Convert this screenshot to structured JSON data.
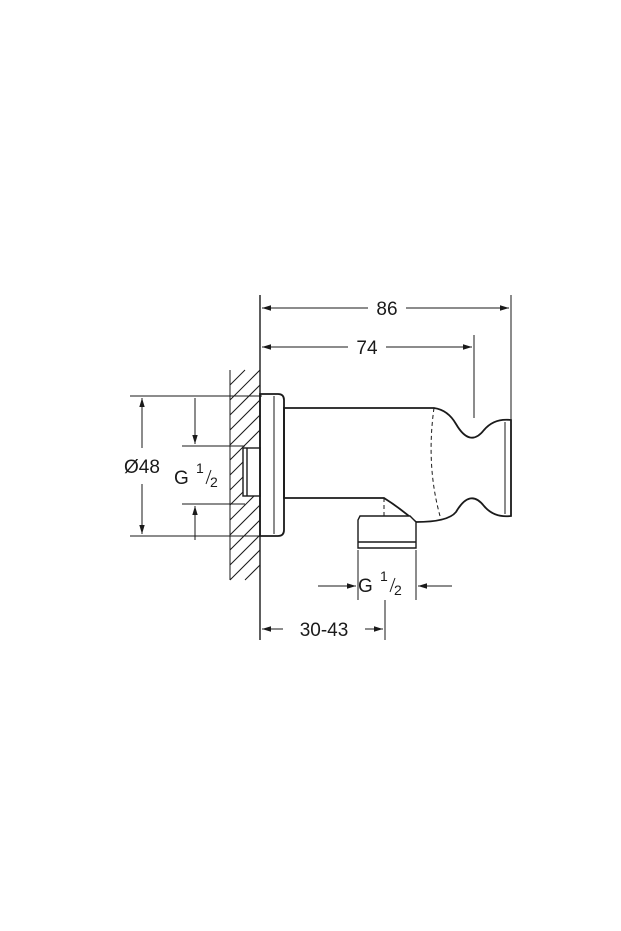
{
  "dimensions": {
    "overall_depth": "86",
    "body_depth": "74",
    "diameter": "Ø48",
    "inlet_thread_g": "G",
    "inlet_thread_fraction_num": "1",
    "inlet_thread_fraction_den": "2",
    "outlet_thread_g": "G",
    "outlet_thread_fraction_num": "1",
    "outlet_thread_fraction_den": "2",
    "wall_distance": "30-43"
  },
  "colors": {
    "line": "#1a1a1a",
    "background": "#ffffff"
  }
}
